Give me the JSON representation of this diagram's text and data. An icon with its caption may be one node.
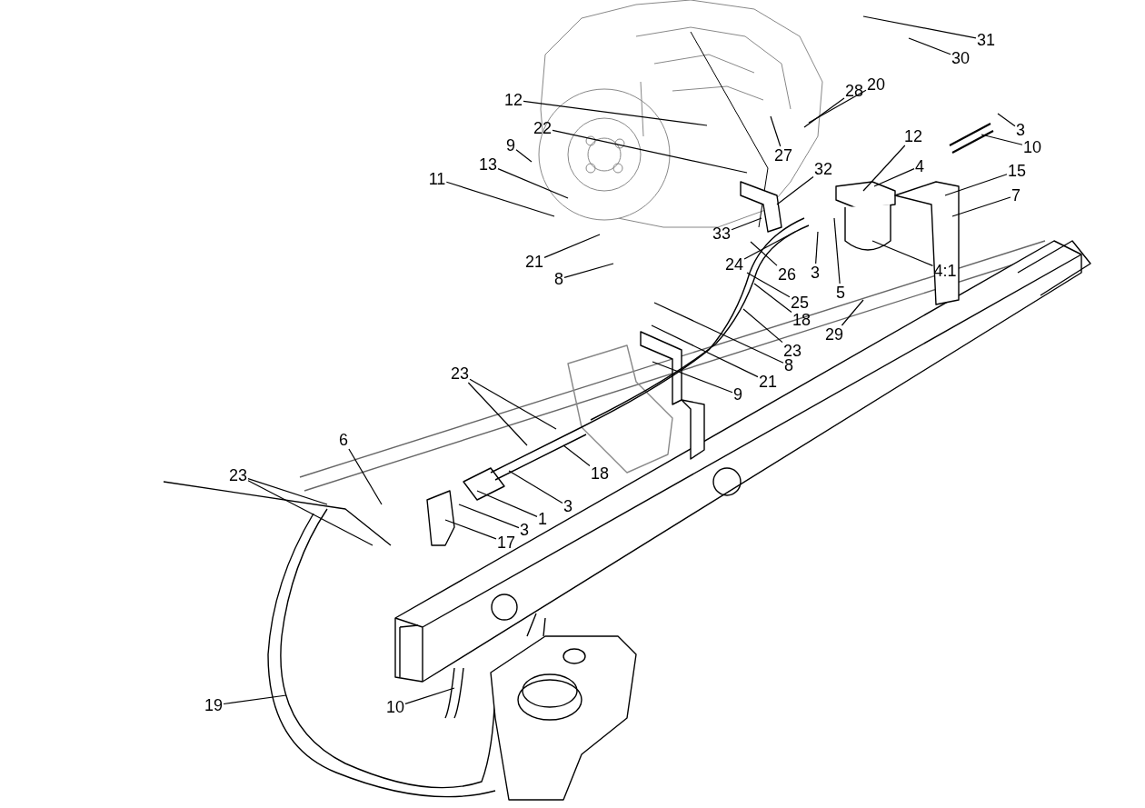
{
  "diagram": {
    "nodes": [
      {
        "text": [],
        "shape": "picture"
      },
      {
        "text": [
          "31"
        ],
        "in": 0
      },
      {
        "text": [
          "30"
        ],
        "in": 0
      },
      {
        "text": [
          "28"
        ],
        "in": 0
      },
      {
        "text": [
          "20"
        ],
        "in": 0
      },
      {
        "text": [
          "12"
        ],
        "in": 0
      },
      {
        "text": [
          "22"
        ],
        "in": 0
      },
      {
        "text": [
          "27"
        ],
        "in": 0
      },
      {
        "text": [
          "3"
        ],
        "in": 0
      },
      {
        "text": [
          "10"
        ],
        "in": 0
      },
      {
        "text": [
          "12"
        ],
        "in": 0
      },
      {
        "text": [
          "4"
        ],
        "in": 0
      },
      {
        "text": [
          "15"
        ],
        "in": 0
      },
      {
        "text": [
          "7"
        ],
        "in": 0
      },
      {
        "text": [
          "32"
        ],
        "in": 0
      },
      {
        "text": [
          "9"
        ],
        "in": 0
      },
      {
        "text": [
          "13"
        ],
        "in": 0
      },
      {
        "text": [
          "11"
        ],
        "in": 0
      },
      {
        "text": [
          "33"
        ],
        "in": 0
      },
      {
        "text": [
          "24"
        ],
        "in": 0
      },
      {
        "text": [
          "21"
        ],
        "in": 0
      },
      {
        "text": [
          "8"
        ],
        "in": 0
      },
      {
        "text": [
          "3"
        ],
        "in": 0
      },
      {
        "text": [
          "5"
        ],
        "in": 0
      },
      {
        "text": [
          "4:1"
        ],
        "in": 0
      },
      {
        "text": [
          "26"
        ],
        "in": 0
      },
      {
        "text": [
          "25"
        ],
        "in": 0
      },
      {
        "text": [
          "18"
        ],
        "in": 0
      },
      {
        "text": [
          "23"
        ],
        "in": 0
      },
      {
        "text": [
          "29"
        ],
        "in": 0
      },
      {
        "text": [
          "8"
        ],
        "in": 0
      },
      {
        "text": [
          "21"
        ],
        "in": 0
      },
      {
        "text": [
          "9"
        ],
        "in": 0
      },
      {
        "text": [
          "23"
        ],
        "in": 0
      },
      {
        "text": [
          "18"
        ],
        "in": 0
      },
      {
        "text": [
          "6"
        ],
        "in": 0
      },
      {
        "text": [
          "3"
        ],
        "in": 0
      },
      {
        "text": [
          "1"
        ],
        "in": 0
      },
      {
        "text": [
          "3"
        ],
        "in": 0
      },
      {
        "text": [
          "17"
        ],
        "in": 0
      },
      {
        "text": [
          "23"
        ],
        "in": 0
      },
      {
        "text": [
          "19"
        ],
        "in": 0
      },
      {
        "text": [
          "10"
        ],
        "in": 0
      }
    ],
    "edges": [
      {
        "from": 1,
        "to": 0,
        "arrow": "none"
      },
      {
        "from": 2,
        "to": 0,
        "arrow": "none"
      },
      {
        "from": 3,
        "to": 0,
        "arrow": "none"
      },
      {
        "from": 4,
        "to": 0,
        "arrow": "none"
      },
      {
        "from": 5,
        "to": 0,
        "arrow": "none"
      },
      {
        "from": 6,
        "to": 0,
        "arrow": "none"
      },
      {
        "from": 7,
        "to": 0,
        "arrow": "none"
      },
      {
        "from": 8,
        "to": 0,
        "arrow": "none"
      },
      {
        "from": 9,
        "to": 0,
        "arrow": "none"
      },
      {
        "from": 10,
        "to": 0,
        "arrow": "none"
      },
      {
        "from": 11,
        "to": 0,
        "arrow": "none"
      },
      {
        "from": 12,
        "to": 0,
        "arrow": "none"
      },
      {
        "from": 13,
        "to": 0,
        "arrow": "none"
      },
      {
        "from": 14,
        "to": 0,
        "arrow": "none"
      },
      {
        "from": 15,
        "to": 0,
        "arrow": "none"
      },
      {
        "from": 16,
        "to": 0,
        "arrow": "none"
      },
      {
        "from": 17,
        "to": 0,
        "arrow": "none"
      },
      {
        "from": 18,
        "to": 0,
        "arrow": "none"
      },
      {
        "from": 19,
        "to": 0,
        "arrow": "none"
      },
      {
        "from": 20,
        "to": 0,
        "arrow": "none"
      },
      {
        "from": 21,
        "to": 0,
        "arrow": "none"
      },
      {
        "from": 22,
        "to": 0,
        "arrow": "none"
      },
      {
        "from": 23,
        "to": 0,
        "arrow": "none"
      },
      {
        "from": 24,
        "to": 0,
        "arrow": "none"
      },
      {
        "from": 25,
        "to": 0,
        "arrow": "none"
      },
      {
        "from": 26,
        "to": 0,
        "arrow": "none"
      },
      {
        "from": 27,
        "to": 0,
        "arrow": "none"
      },
      {
        "from": 28,
        "to": 0,
        "arrow": "none"
      },
      {
        "from": 29,
        "to": 0,
        "arrow": "none"
      },
      {
        "from": 30,
        "to": 0,
        "arrow": "none"
      },
      {
        "from": 31,
        "to": 0,
        "arrow": "none"
      },
      {
        "from": 32,
        "to": 0,
        "arrow": "none"
      },
      {
        "from": 33,
        "to": 0,
        "arrow": "none"
      },
      {
        "from": 34,
        "to": 0,
        "arrow": "none"
      },
      {
        "from": 35,
        "to": 0,
        "arrow": "none"
      },
      {
        "from": 36,
        "to": 0,
        "arrow": "none"
      },
      {
        "from": 37,
        "to": 0,
        "arrow": "none"
      },
      {
        "from": 38,
        "to": 0,
        "arrow": "none"
      },
      {
        "from": 39,
        "to": 0,
        "arrow": "none"
      },
      {
        "from": 40,
        "to": 0,
        "arrow": "none"
      },
      {
        "from": 41,
        "to": 0,
        "arrow": "none"
      },
      {
        "from": 42,
        "to": 0,
        "arrow": "none"
      },
      {
        "from": 33,
        "to": 0,
        "arrow": "none"
      },
      {
        "from": 40,
        "to": 0,
        "arrow": "none"
      }
    ]
  }
}
